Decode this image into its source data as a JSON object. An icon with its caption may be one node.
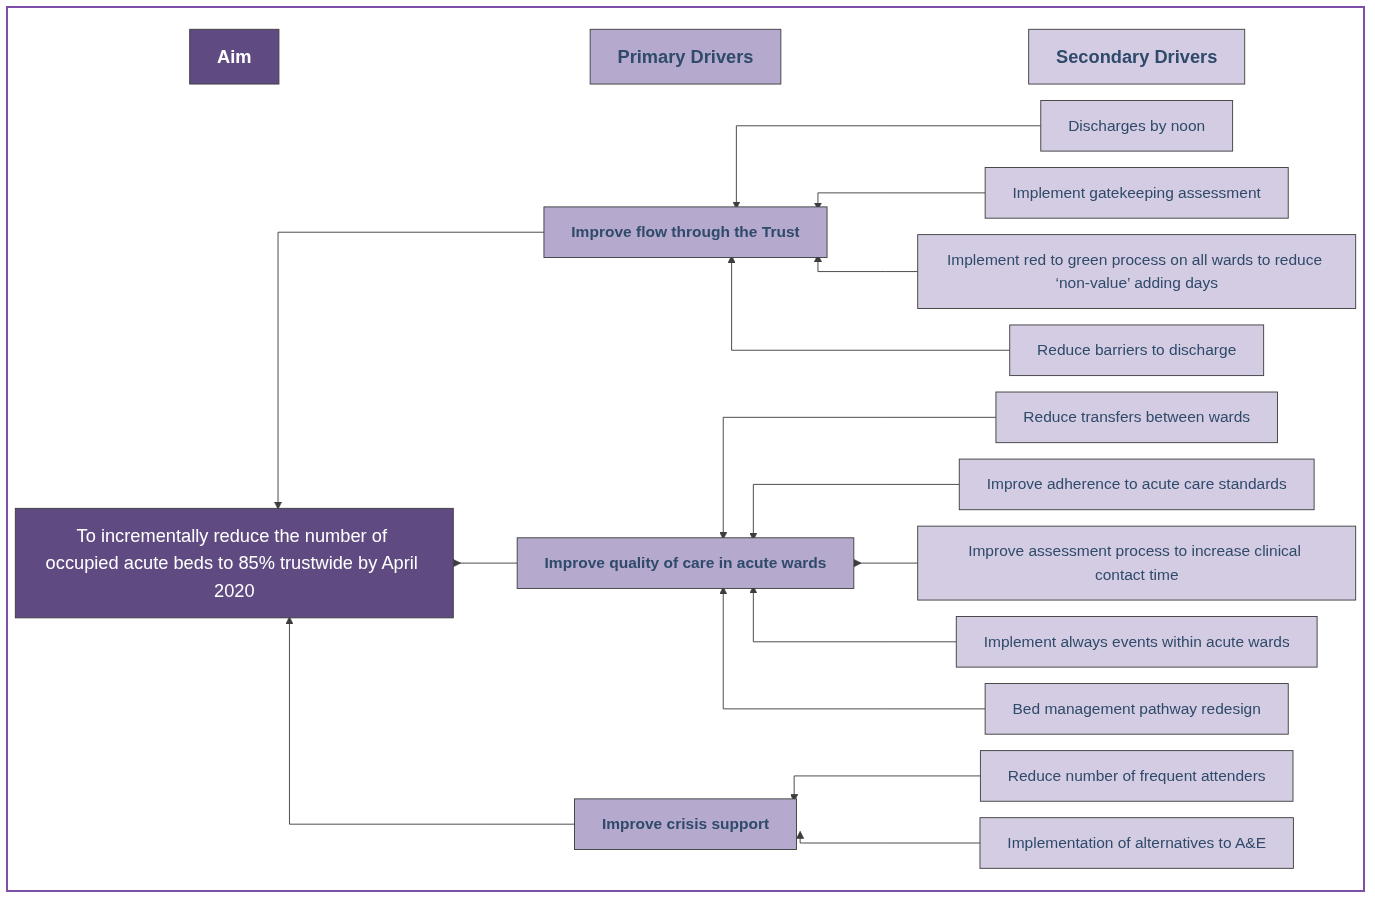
{
  "diagram": {
    "nodes": [
      {
        "text": [
          "Aim"
        ]
      },
      {
        "text": [
          "Primary Drivers"
        ]
      },
      {
        "text": [
          "Secondary Drivers"
        ]
      },
      {
        "text": [
          "To incrementally reduce the number of occupied acute beds to 85% trustwide by April 2020"
        ]
      },
      {
        "text": [
          "Improve flow through the Trust"
        ]
      },
      {
        "text": [
          "Improve quality of care in acute wards"
        ]
      },
      {
        "text": [
          "Improve crisis support"
        ]
      },
      {
        "text": [
          "Discharges by noon"
        ]
      },
      {
        "text": [
          "Implement gatekeeping assessment"
        ]
      },
      {
        "text": [
          "Implement red to green process on all wards to reduce ‘non-value’ adding days"
        ]
      },
      {
        "text": [
          "Reduce barriers to discharge"
        ]
      },
      {
        "text": [
          "Reduce transfers between wards"
        ]
      },
      {
        "text": [
          "Improve adherence to acute care standards"
        ]
      },
      {
        "text": [
          "Improve assessment process to increase clinical contact time"
        ]
      },
      {
        "text": [
          "Implement always events within acute wards"
        ]
      },
      {
        "text": [
          "Bed management pathway redesign"
        ]
      },
      {
        "text": [
          "Reduce number of frequent attenders"
        ]
      },
      {
        "text": [
          "Implementation of alternatives to A&E"
        ]
      }
    ],
    "edges": [
      {
        "from": 7,
        "to": 4,
        "arrow": "to"
      },
      {
        "from": 8,
        "to": 4,
        "arrow": "to"
      },
      {
        "from": 9,
        "to": 4,
        "arrow": "to"
      },
      {
        "from": 10,
        "to": 4,
        "arrow": "to"
      },
      {
        "from": 11,
        "to": 5,
        "arrow": "to"
      },
      {
        "from": 12,
        "to": 5,
        "arrow": "to"
      },
      {
        "from": 13,
        "to": 5,
        "arrow": "to"
      },
      {
        "from": 14,
        "to": 5,
        "arrow": "to"
      },
      {
        "from": 15,
        "to": 5,
        "arrow": "to"
      },
      {
        "from": 16,
        "to": 6,
        "arrow": "to"
      },
      {
        "from": 17,
        "to": 6,
        "arrow": "to"
      },
      {
        "from": 4,
        "to": 3,
        "arrow": "to"
      },
      {
        "from": 5,
        "to": 3,
        "arrow": "to"
      },
      {
        "from": 6,
        "to": 3,
        "arrow": "to"
      }
    ]
  }
}
